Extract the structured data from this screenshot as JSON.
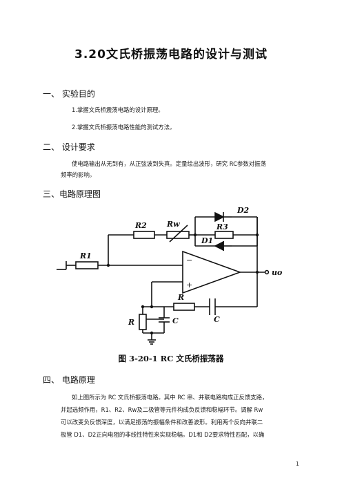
{
  "title": "3.20文氏桥振荡电路的设计与测试",
  "section1": {
    "heading": "一、 实验目的",
    "items": [
      "1.掌握文氏桥震荡电路的设计原理。",
      "2.掌握文氏桥振荡电路性能的测试方法。"
    ]
  },
  "section2": {
    "heading": "二、 设计要求",
    "lines": [
      "使电路输出从无到有，从正弦波到失真。定量绘出波形，研究 RC参数对振荡",
      "频率的影响。"
    ]
  },
  "section3": {
    "heading": "三、电路原理图"
  },
  "figure": {
    "caption": "图 3-20-1   RC 文氏桥振荡器",
    "labels": {
      "r1": "R1",
      "r2": "R2",
      "rw": "Rw",
      "r3": "R3",
      "d1": "D1",
      "d2": "D2",
      "r_series": "R",
      "c_series": "C",
      "r_shunt": "R",
      "c_shunt": "C",
      "out": "uo",
      "minus": "−",
      "plus": "+"
    }
  },
  "section4": {
    "heading": "四、 电路原理",
    "lines": [
      "如上图所示为 RC 文氏桥振荡电路。其中 RC 串、并联电路构成正反馈支路，",
      "并起选频作用，R1、R2、Rw及二极管等元件构成负反馈和稳幅环节。调解 Rw",
      "可以改变负反馈深度，以满足振荡的振幅条件和改善波形。利用两个反向并联二",
      "极管 D1、D2正向电阻的非线性特性来实现稳幅。D1和 D2要求特性匹配，以确"
    ]
  },
  "page_number": "1"
}
